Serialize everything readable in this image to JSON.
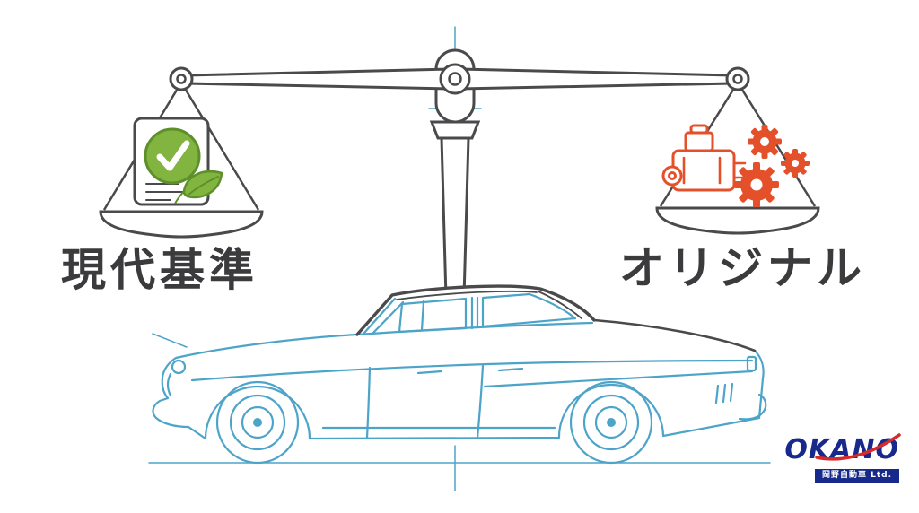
{
  "scale": {
    "left_label": "現代基準",
    "right_label": "オリジナル",
    "left_pan_icons": [
      "checklist-document-icon",
      "check-circle-icon",
      "leaf-icon"
    ],
    "right_pan_icons": [
      "engine-icon",
      "gear-icon"
    ]
  },
  "logo": {
    "brand": "OKANO",
    "company": "岡野自動車 Ltd."
  },
  "colors": {
    "text": "#3b3b3d",
    "line": "#4a4a4c",
    "car": "#4da4c9",
    "green": "#82b440",
    "green_dark": "#5d8f2b",
    "orange": "#e4502a",
    "navy": "#172a8c",
    "red": "#d62b2b"
  }
}
